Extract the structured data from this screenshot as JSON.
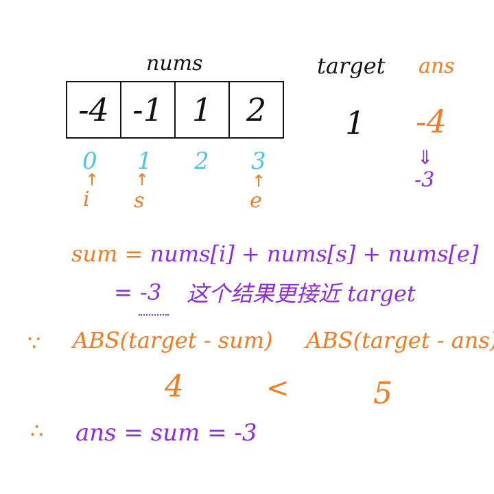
{
  "nums": {
    "label": "nums",
    "values": [
      "-4",
      "-1",
      "1",
      "2"
    ],
    "indices": [
      "0",
      "1",
      "2",
      "3"
    ]
  },
  "target": {
    "label": "target",
    "value": "1"
  },
  "ans": {
    "label": "ans",
    "initial": "-4",
    "arrow": "⇓",
    "updated": "-3"
  },
  "pointers": {
    "i": {
      "arrow": "↑",
      "label": "i"
    },
    "s": {
      "arrow": "↑",
      "label": "s"
    },
    "e": {
      "arrow": "↑",
      "label": "e"
    }
  },
  "equation": {
    "sum_label": "sum",
    "eq": "=",
    "expression": "nums[i] + nums[s] + nums[e]",
    "eq2": "=",
    "result": "-3",
    "note": "这个结果更接近 target"
  },
  "comparison": {
    "because": "∵",
    "left": "ABS(target - sum)",
    "right": "ABS(target - ans)",
    "left_value": "4",
    "operator": "<",
    "right_value": "5"
  },
  "conclusion": {
    "therefore": "∴",
    "text": "ans = sum = -3"
  },
  "colors": {
    "black": "#111111",
    "orange": "#f47a1f",
    "purple": "#8e2be2",
    "cyan": "#4cc6e6"
  }
}
